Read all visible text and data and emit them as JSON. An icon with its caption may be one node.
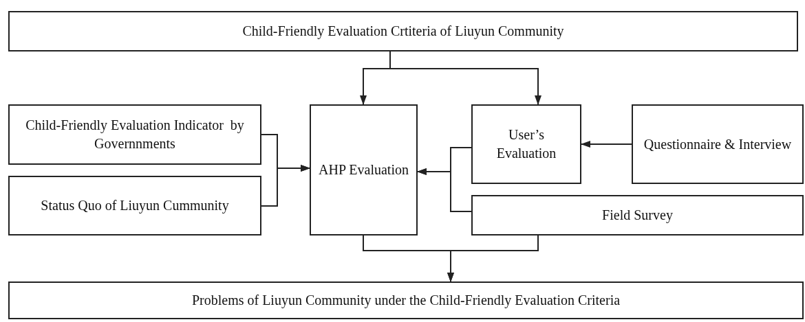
{
  "diagram": {
    "nodes": [
      {
        "text": [
          "Child-Friendly Evaluation Crtiteria of Liuyun Community"
        ]
      },
      {
        "text": [
          "Child-Friendly Evaluation Indicator  by Governnments"
        ]
      },
      {
        "text": [
          "Status Quo of Liuyun Cummunity"
        ]
      },
      {
        "text": [
          "AHP Evaluation"
        ]
      },
      {
        "text": [
          "User’s Evaluation"
        ]
      },
      {
        "text": [
          "Questionnaire & Interview"
        ]
      },
      {
        "text": [
          "Field Survey"
        ]
      },
      {
        "text": [
          "Problems of Liuyun Community under the Child-Friendly Evaluation Criteria"
        ]
      }
    ],
    "edges": [
      {
        "from": 0,
        "to": 3,
        "arrow": "to"
      },
      {
        "from": 0,
        "to": 4,
        "arrow": "to"
      },
      {
        "from": 1,
        "to": 3,
        "arrow": "to"
      },
      {
        "from": 2,
        "to": 3,
        "arrow": "to"
      },
      {
        "from": 5,
        "to": 4,
        "arrow": "to"
      },
      {
        "from": 4,
        "to": 3,
        "arrow": "to"
      },
      {
        "from": 6,
        "to": 3,
        "arrow": "to"
      },
      {
        "from": 3,
        "to": 7,
        "arrow": "to"
      },
      {
        "from": 6,
        "to": 7,
        "arrow": "to"
      }
    ]
  }
}
